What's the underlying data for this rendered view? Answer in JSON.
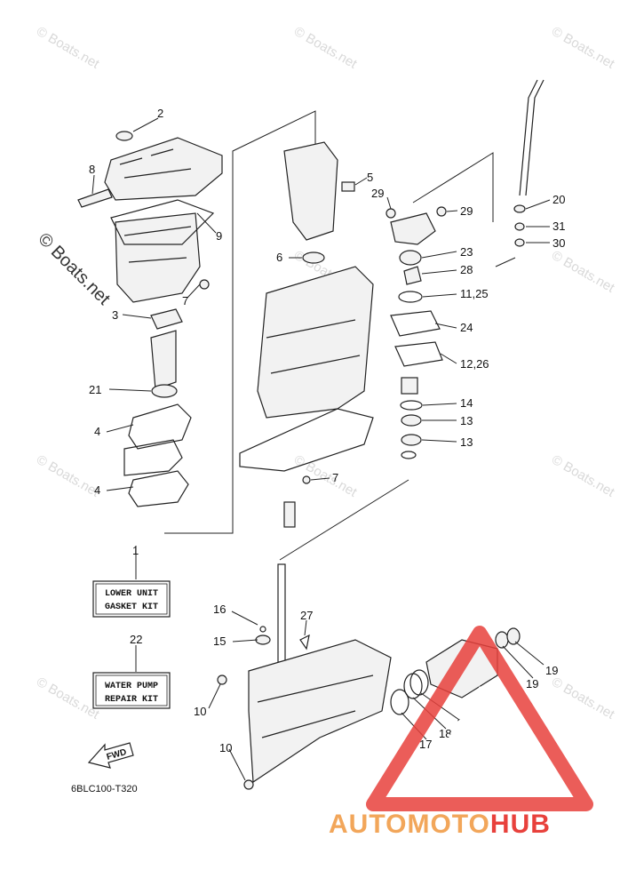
{
  "watermark": "© Boats.net",
  "callouts": [
    {
      "label": "2"
    },
    {
      "label": "8"
    },
    {
      "label": "9"
    },
    {
      "label": "7"
    },
    {
      "label": "3"
    },
    {
      "label": "21"
    },
    {
      "label": "4"
    },
    {
      "label": "4"
    },
    {
      "label": "5"
    },
    {
      "label": "6"
    },
    {
      "label": "29"
    },
    {
      "label": "29"
    },
    {
      "label": "20"
    },
    {
      "label": "31"
    },
    {
      "label": "30"
    },
    {
      "label": "23"
    },
    {
      "label": "28"
    },
    {
      "label": "11,25"
    },
    {
      "label": "24"
    },
    {
      "label": "12,26"
    },
    {
      "label": "14"
    },
    {
      "label": "13"
    },
    {
      "label": "13"
    },
    {
      "label": "7"
    },
    {
      "label": "1"
    },
    {
      "label": "22"
    },
    {
      "label": "16"
    },
    {
      "label": "27"
    },
    {
      "label": "15"
    },
    {
      "label": "10"
    },
    {
      "label": "10"
    },
    {
      "label": "19"
    },
    {
      "label": "19"
    },
    {
      "label": "18"
    },
    {
      "label": "18"
    },
    {
      "label": "17"
    }
  ],
  "kits": {
    "lower_unit_line1": "LOWER UNIT",
    "lower_unit_line2": "GASKET KIT",
    "water_pump_line1": "WATER PUMP",
    "water_pump_line2": "REPAIR KIT"
  },
  "fwd_label": "FWD",
  "diagram_code": "6BLC100-T320",
  "brand": {
    "part1": "AUTOMOTO",
    "part2": "HUB",
    "color1": "#f2a65a",
    "color2": "#e8413c"
  }
}
